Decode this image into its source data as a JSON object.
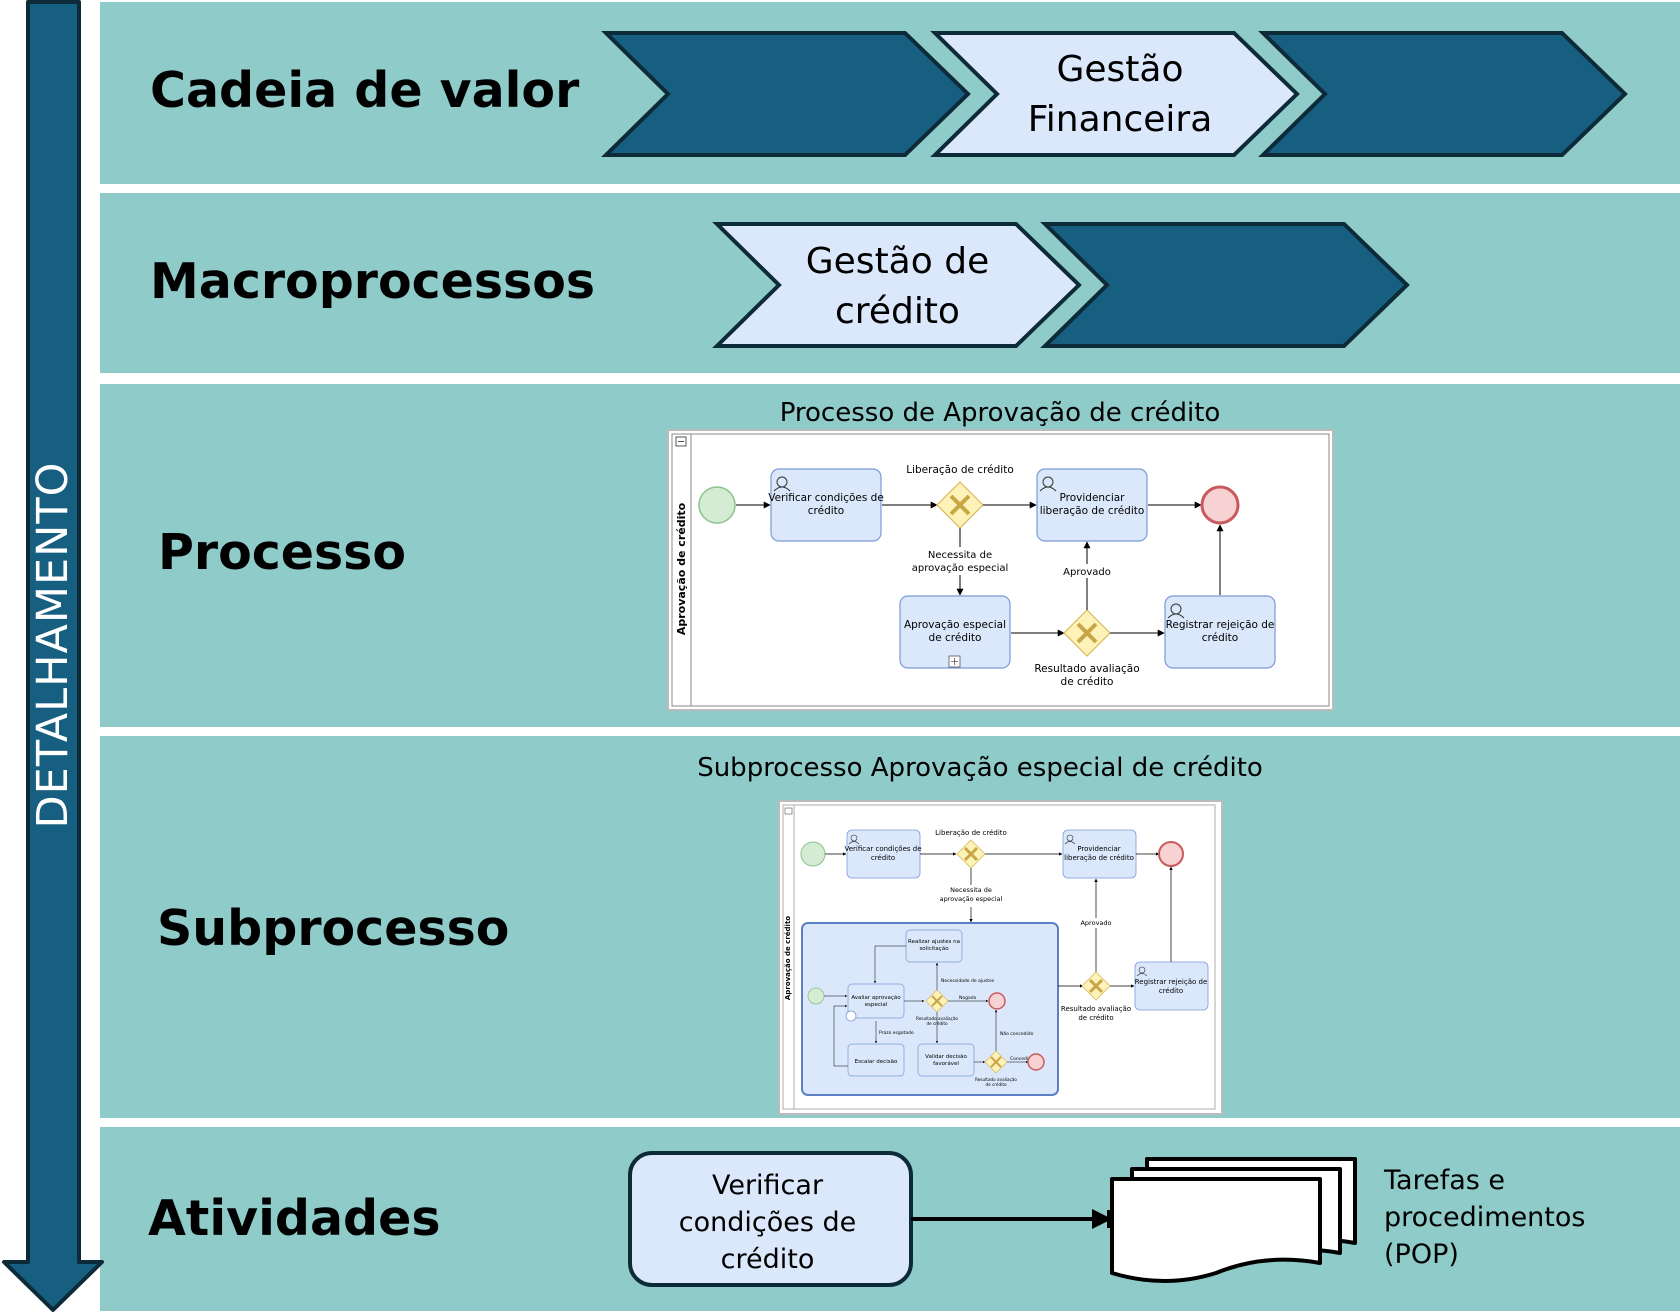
{
  "side_arrow": {
    "label": "DETALHAMENTO"
  },
  "levels": {
    "cadeia": {
      "label": "Cadeia de valor",
      "chevron_label": "Gestão Financeira"
    },
    "macro": {
      "label": "Macroprocessos",
      "chevron_label": "Gestão de crédito"
    },
    "processo": {
      "label": "Processo",
      "caption": "Processo de Aprovação de crédito",
      "diagram": {
        "pool": "Aprovação de crédito",
        "task_verificar": "Verificar condições de crédito",
        "task_providenciar": "Providenciar liberação de crédito",
        "task_aprovacao_especial": "Aprovação especial de crédito",
        "task_registrar": "Registrar rejeição de crédito",
        "label_liberacao": "Liberação de crédito",
        "label_necessita": "Necessita de aprovação especial",
        "label_aprovado": "Aprovado",
        "label_resultado": "Resultado avaliação de crédito"
      }
    },
    "subprocesso": {
      "label": "Subprocesso",
      "caption": "Subprocesso Aprovação especial de crédito",
      "diagram": {
        "pool": "Aprovação de crédito",
        "task_verificar": "Verificar condições de crédito",
        "task_providenciar": "Providenciar liberação de crédito",
        "task_registrar": "Registrar rejeição de crédito",
        "label_liberacao": "Liberação de crédito",
        "label_necessita": "Necessita de aprovação especial",
        "label_aprovado": "Aprovado",
        "label_resultado": "Resultado avaliação de crédito",
        "sub_realizar": "Realizar ajustes na solicitação",
        "sub_avaliar": "Avaliar aprovação especial",
        "sub_escalar": "Escalar decisão",
        "sub_validar": "Validar decisão favorável",
        "sub_label_necessidade": "Necessidade de ajustes",
        "sub_label_negado": "Negado",
        "sub_label_resultado": "Resultado avaliação de crédito",
        "sub_label_prazo": "Prazo esgotado",
        "sub_label_nao_concedido": "Não concedido",
        "sub_label_concedido": "Concedido",
        "sub_label_resultado2": "Resultado avaliação de crédito"
      }
    },
    "atividades": {
      "label": "Atividades",
      "task": "Verificar condições de crédito",
      "docs_label": "Tarefas e procedimentos (POP)"
    }
  },
  "colors": {
    "band": "#8ecbc9",
    "dark_blue": "#175f80",
    "light_blue": "#dbe8fb",
    "outline": "#0d2a38"
  }
}
